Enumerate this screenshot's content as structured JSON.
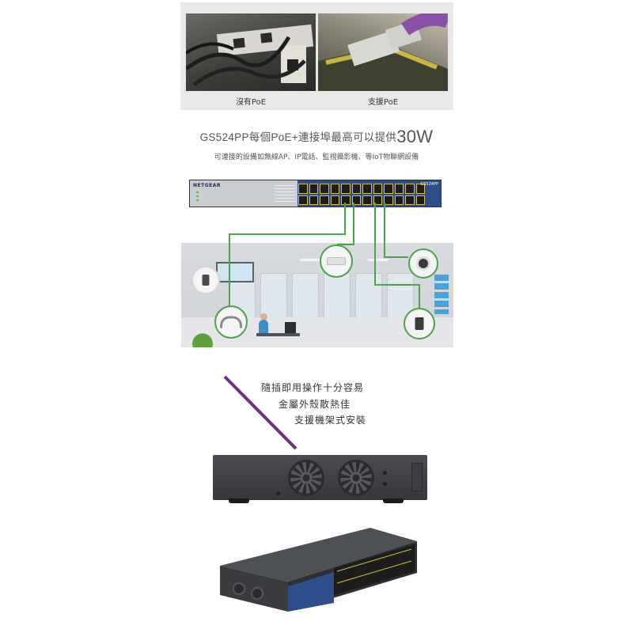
{
  "comparison": {
    "left_caption": "沒有PoE",
    "right_caption": "支援PoE"
  },
  "headline": {
    "text": "GS524PP每個PoE+連接埠最高可以提供",
    "highlight": "30W"
  },
  "subline": "可連接的設備如無線AP、IP電話、監視攝影機、等IoT物聯網設備",
  "switch_front": {
    "brand": "NETGEAR",
    "model": "GS524PP",
    "port_count": 24
  },
  "features": [
    "隨插即用操作十分容易",
    "金屬外殼散熱佳",
    "支援機架式安裝"
  ],
  "colors": {
    "cable_green": "#4aa24a",
    "accent_purple": "#6b2f86",
    "switch_blue": "#2f4d8a",
    "port_yellow": "#d5c040"
  },
  "icons": [
    "ceiling-ap-icon",
    "security-camera-icon",
    "wifi-router-icon",
    "ip-phone-icon",
    "wall-ap-icon",
    "fan-icon"
  ]
}
